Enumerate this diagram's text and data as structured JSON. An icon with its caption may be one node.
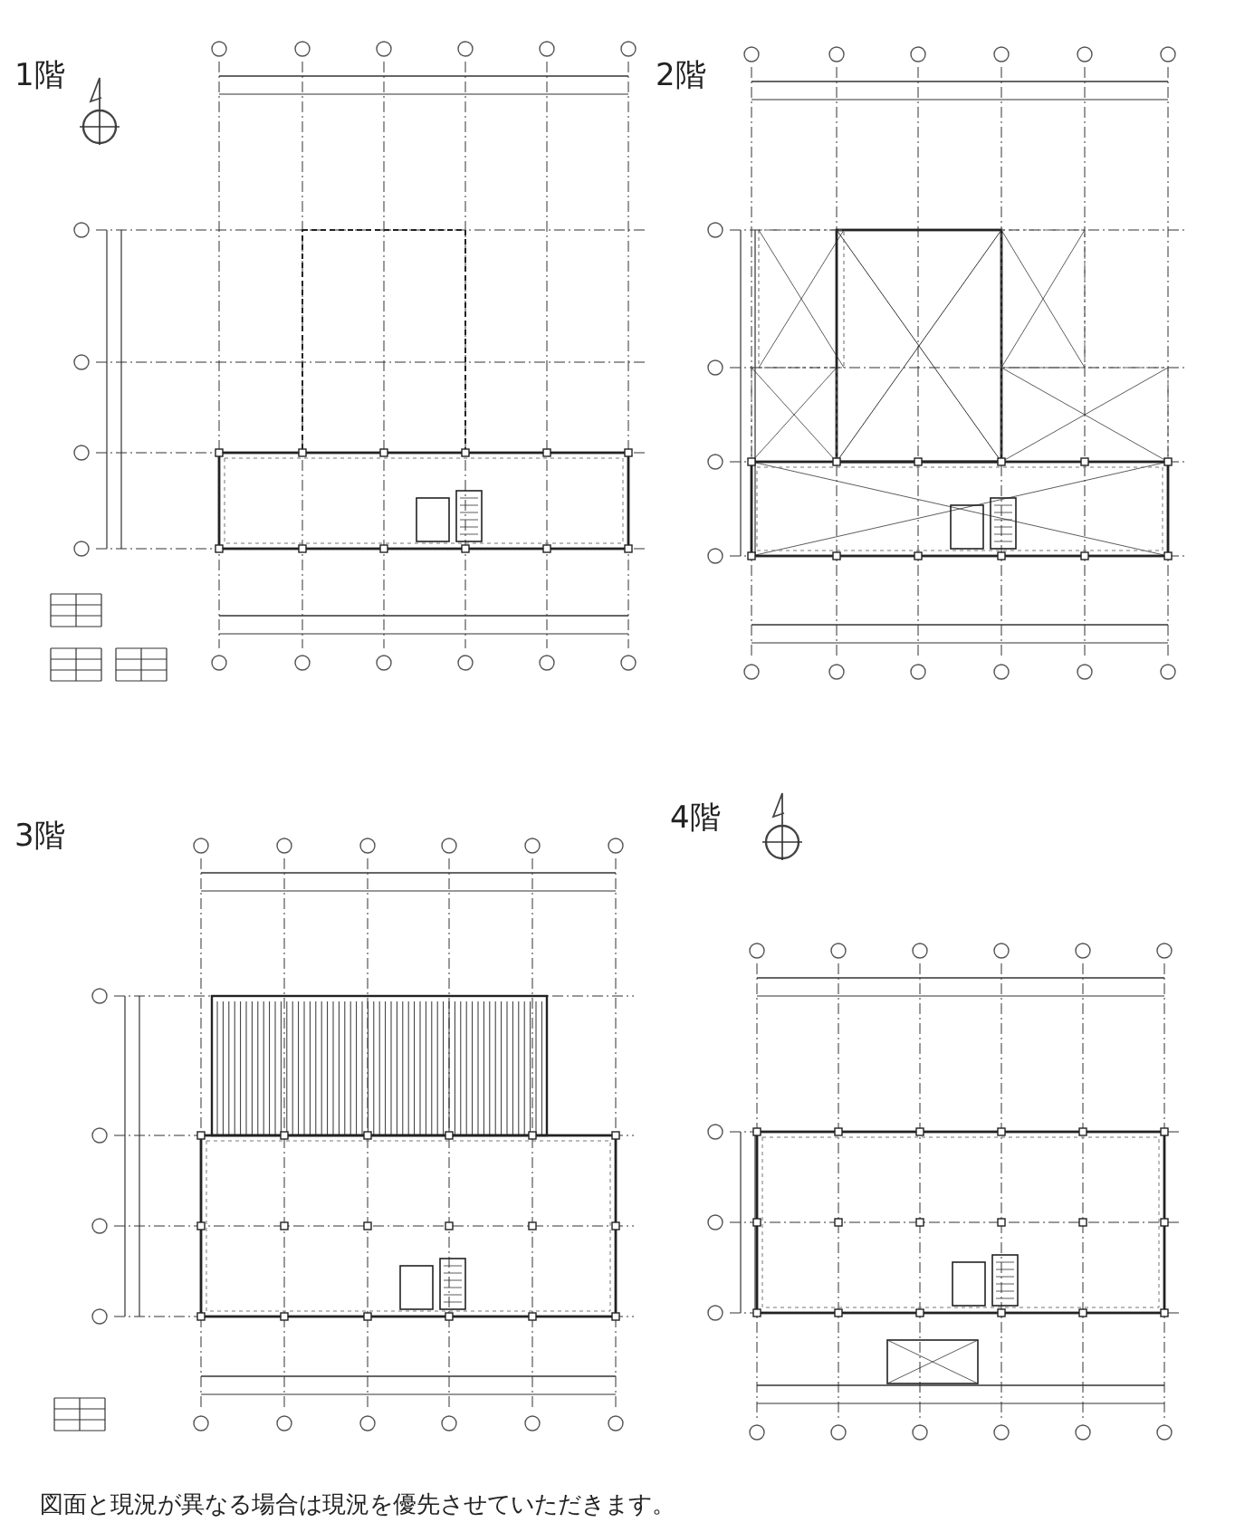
{
  "diagram": {
    "caption": "図面と現況が異なる場合は現況を優先させていただきます。",
    "labels": [
      "1階",
      "2階",
      "3階",
      "4階"
    ]
  }
}
